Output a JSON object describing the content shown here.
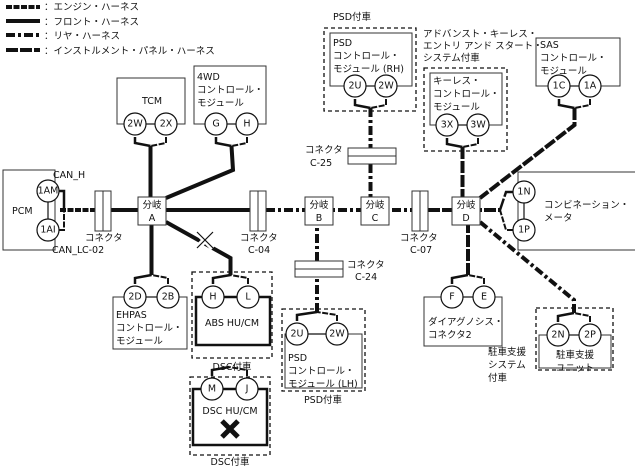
{
  "legend": [
    {
      "label": "：エンジン・ハーネス",
      "style": "engine"
    },
    {
      "label": "：フロント・ハーネス",
      "style": "front"
    },
    {
      "label": "：リヤ・ハーネス",
      "style": "rear"
    },
    {
      "label": "：インストルメント・パネル・ハーネス",
      "style": "instrument"
    }
  ],
  "pcm": {
    "name": "PCM",
    "pins": [
      "1AM",
      "1AI"
    ],
    "can_h": "CAN_H",
    "can_l": "CAN_L"
  },
  "tcm": {
    "name": "TCM",
    "pins": [
      "2W",
      "2X"
    ]
  },
  "awd": {
    "lines": [
      "4WD",
      "コントロール・",
      "モジュール"
    ],
    "pins": [
      "G",
      "H"
    ]
  },
  "psd_rh": {
    "group": "PSD付車",
    "lines": [
      "PSD",
      "コントロール・",
      "モジュール (RH)"
    ],
    "pins": [
      "2U",
      "2W"
    ]
  },
  "keyless": {
    "group": [
      "アドバンスト・キーレス・",
      "エントリ アンド スタート・",
      "システム付車"
    ],
    "lines": [
      "キーレス・",
      "コントロール・",
      "モジュール"
    ],
    "pins": [
      "3X",
      "3W"
    ]
  },
  "sas": {
    "lines": [
      "SAS",
      "コントロール・",
      "モジュール"
    ],
    "pins": [
      "1C",
      "1A"
    ]
  },
  "meter": {
    "lines": [
      "コンビネーション・",
      "メータ"
    ],
    "pins": [
      "1N",
      "1P"
    ]
  },
  "ehpas": {
    "lines": [
      "EHPAS",
      "コントロール・",
      "モジュール"
    ],
    "pins": [
      "2D",
      "2B"
    ]
  },
  "abs": {
    "name": "ABS HU/CM",
    "group": "DSC付車",
    "pins": [
      "H",
      "L"
    ]
  },
  "dsc": {
    "name": "DSC HU/CM",
    "group": "DSC付車",
    "pins": [
      "M",
      "J"
    ],
    "status": "not-connected"
  },
  "psd_lh": {
    "group": "PSD付車",
    "lines": [
      "PSD",
      "コントロール・",
      "モジュール (LH)"
    ],
    "pins": [
      "2U",
      "2W"
    ]
  },
  "diag": {
    "lines": [
      "ダイアグノシス・",
      "コネクタ2"
    ],
    "pins": [
      "F",
      "E"
    ]
  },
  "parking": {
    "group": [
      "駐車支援",
      "システム",
      "付車"
    ],
    "lines": [
      "駐車支援",
      "ユニット"
    ],
    "pins": [
      "2N",
      "2P"
    ]
  },
  "branches": [
    {
      "label": "分岐",
      "id": "A"
    },
    {
      "label": "分岐",
      "id": "B"
    },
    {
      "label": "分岐",
      "id": "C"
    },
    {
      "label": "分岐",
      "id": "D"
    }
  ],
  "connectors": {
    "word": "コネクタ",
    "c02": "C-02",
    "c04": "C-04",
    "c07": "C-07",
    "c24": "C-24",
    "c25": "C-25"
  },
  "colors": {
    "line": "#111111",
    "box": "#333333"
  }
}
